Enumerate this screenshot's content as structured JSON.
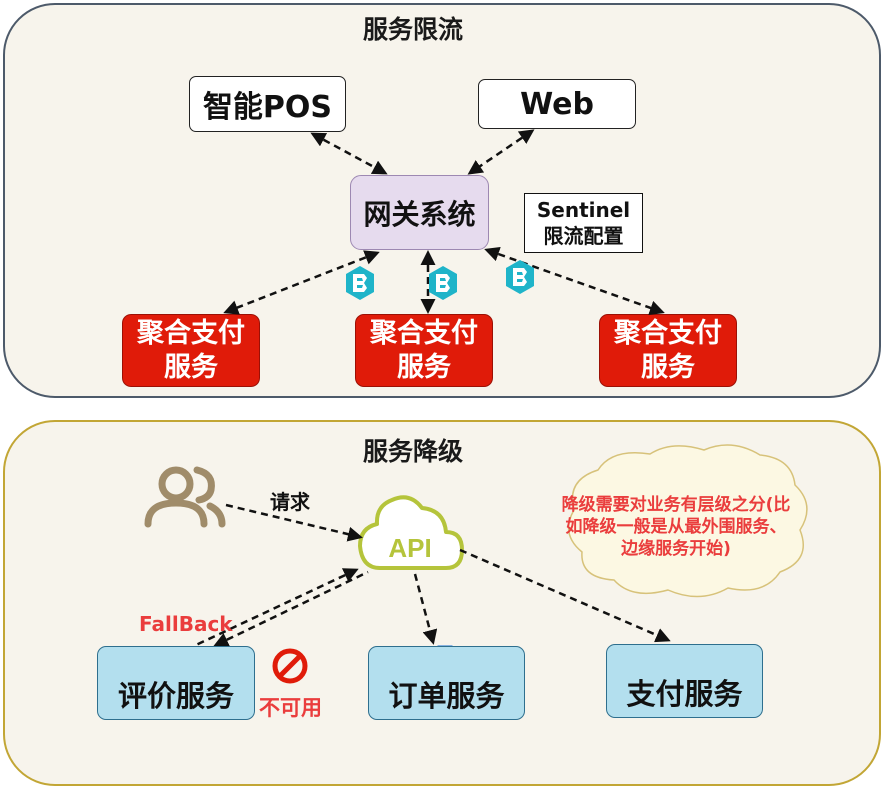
{
  "top_section": {
    "title": "服务限流",
    "client_pos": "智能POS",
    "client_web": "Web",
    "gateway": "网关系统",
    "sentinel_line1": "Sentinel",
    "sentinel_line2": "限流配置",
    "services": [
      {
        "line1": "聚合支付",
        "line2": "服务"
      },
      {
        "line1": "聚合支付",
        "line2": "服务"
      },
      {
        "line1": "聚合支付",
        "line2": "服务"
      }
    ]
  },
  "bottom_section": {
    "title": "服务降级",
    "request_label": "请求",
    "api_label": "API",
    "cloud_note": "降级需要对业务有层级之分(比如降级一般是从最外围服务、边缘服务开始)",
    "fallback_label": "FallBack",
    "unavailable_label": "不可用",
    "services": {
      "comment": "评价服务",
      "order": "订单服务",
      "payment": "支付服务"
    }
  },
  "colors": {
    "panel_fill": "#f7f4ec",
    "gateway_fill": "#e6dbee",
    "service_red": "#e01b09",
    "service_blue": "#b3dfee",
    "alert_red": "#ea3d3d",
    "api_green": "#b5c43b",
    "user_icon": "#a08c6a",
    "sentinel_icon": "#1fb4c9"
  }
}
